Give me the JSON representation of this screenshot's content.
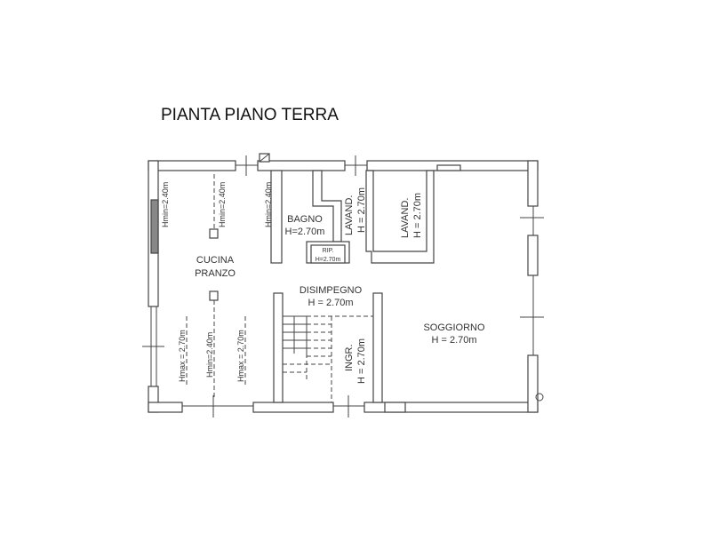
{
  "title": "PIANTA PIANO TERRA",
  "rooms": {
    "cucina_1": "CUCINA",
    "cucina_2": "PRANZO",
    "bagno": "BAGNO",
    "bagno_h": "H=2.70m",
    "rip": "RIP.",
    "rip_h": "H=2.70m",
    "lavand1": "LAVAND.",
    "lavand1_h": "H = 2.70m",
    "lavand2": "LAVAND.",
    "lavand2_h": "H = 2.70m",
    "disimpegno": "DISIMPEGNO",
    "disimpegno_h": "H = 2.70m",
    "soggiorno": "SOGGIORNO",
    "soggiorno_h": "H = 2.70m",
    "ingr": "INGR.",
    "ingr_h": "H = 2.70m"
  },
  "heights": {
    "hmin_a": "Hmin=2.40m",
    "hmin_b": "Hmin=2.40m",
    "hmin_c": "Hmin=2.40m",
    "hmax_a": "Hmax = 2.70m",
    "hmin_d": "Hmin=2.40m",
    "hmax_b": "Hmax = 2.70m"
  }
}
